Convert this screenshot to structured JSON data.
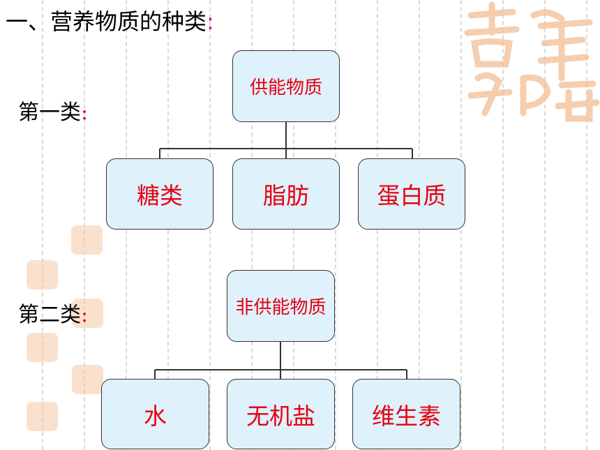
{
  "title": {
    "text": "一、营养物质的种类",
    "colon": ":"
  },
  "category1": {
    "label": "第一类",
    "colon": ":",
    "root": "供能物质",
    "children": [
      "糖类",
      "脂肪",
      "蛋白质"
    ]
  },
  "category2": {
    "label": "第二类",
    "colon": ":",
    "root": "非供能物质",
    "children": [
      "水",
      "无机盐",
      "维生素"
    ]
  },
  "colors": {
    "box_fill": "#dff1fb",
    "box_text": "#e60012",
    "title_colon": "#e4007f",
    "seal": "#f6c9a6"
  }
}
